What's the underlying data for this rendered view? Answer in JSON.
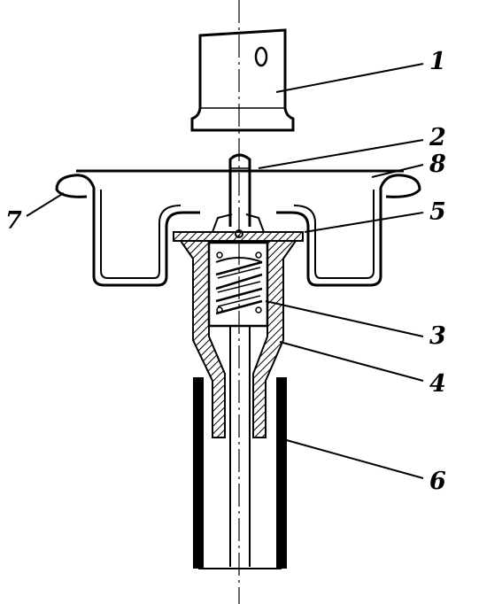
{
  "diagram": {
    "callouts": [
      {
        "id": "1",
        "text": "1"
      },
      {
        "id": "2",
        "text": "2"
      },
      {
        "id": "8",
        "text": "8"
      },
      {
        "id": "5",
        "text": "5"
      },
      {
        "id": "7",
        "text": "7"
      },
      {
        "id": "3",
        "text": "3"
      },
      {
        "id": "4",
        "text": "4"
      },
      {
        "id": "6",
        "text": "6"
      }
    ],
    "colors": {
      "ink": "#000000",
      "paper": "#ffffff"
    }
  }
}
